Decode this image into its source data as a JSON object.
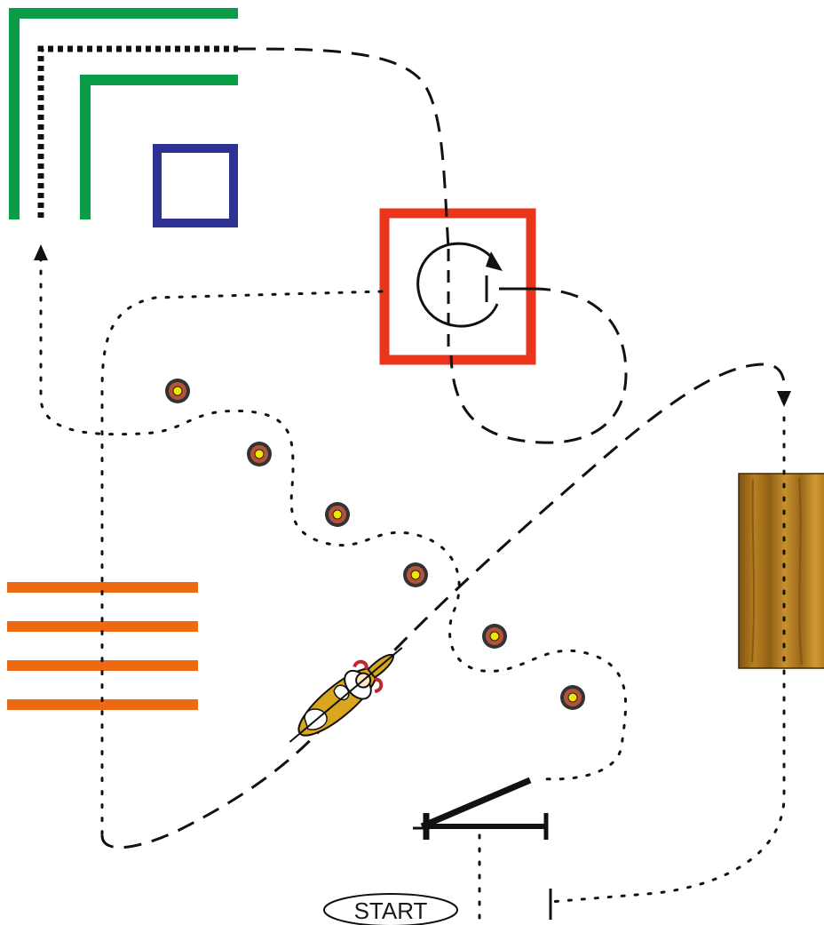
{
  "start": {
    "label": "START"
  },
  "colors": {
    "green_corner": "#0a9b46",
    "blue_box": "#2e3192",
    "red_box": "#e8351b",
    "orange_poles": "#ee6a12",
    "wood_dark": "#8a5a12",
    "wood_light": "#c8902e",
    "cone_ring": "#b5533a",
    "cone_center": "#f5e600",
    "path": "#111111"
  },
  "obstacles": {
    "green_corner": {
      "icon": "l-corridor-icon"
    },
    "blue_box": {
      "icon": "square-box-icon"
    },
    "red_box": {
      "icon": "square-box-icon"
    },
    "ground_poles": {
      "count": 4,
      "icon": "ground-pole-icon"
    },
    "bridge": {
      "icon": "wooden-bridge-icon"
    },
    "slalom_cones": {
      "count": 6,
      "icon": "slalom-cone-icon"
    },
    "gate": {
      "icon": "gate-icon"
    },
    "volte": {
      "icon": "circle-arrow-icon"
    },
    "rider": {
      "icon": "horse-rider-icon"
    }
  }
}
